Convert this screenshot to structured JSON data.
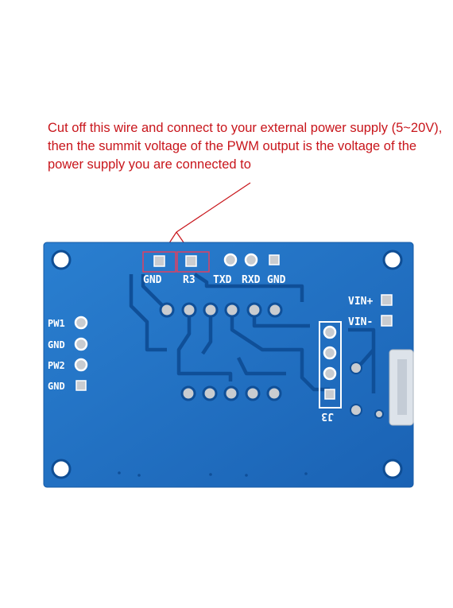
{
  "annotation": {
    "lines": [
      "Cut off this wire and connect to your external power supply (5~20V),",
      "then the summit voltage of the PWM output is the voltage of the",
      "power supply you are connected to"
    ],
    "color": "#c8151b"
  },
  "board": {
    "color": "#1e6fc0",
    "pad_labels_top": [
      "GND",
      "R3",
      "TXD",
      "RXD",
      "GND"
    ],
    "pad_labels_right": [
      "VIN+",
      "VIN-"
    ],
    "pad_labels_left": [
      "PW1",
      "GND",
      "PW2",
      "GND"
    ],
    "connector_label": "J3"
  }
}
